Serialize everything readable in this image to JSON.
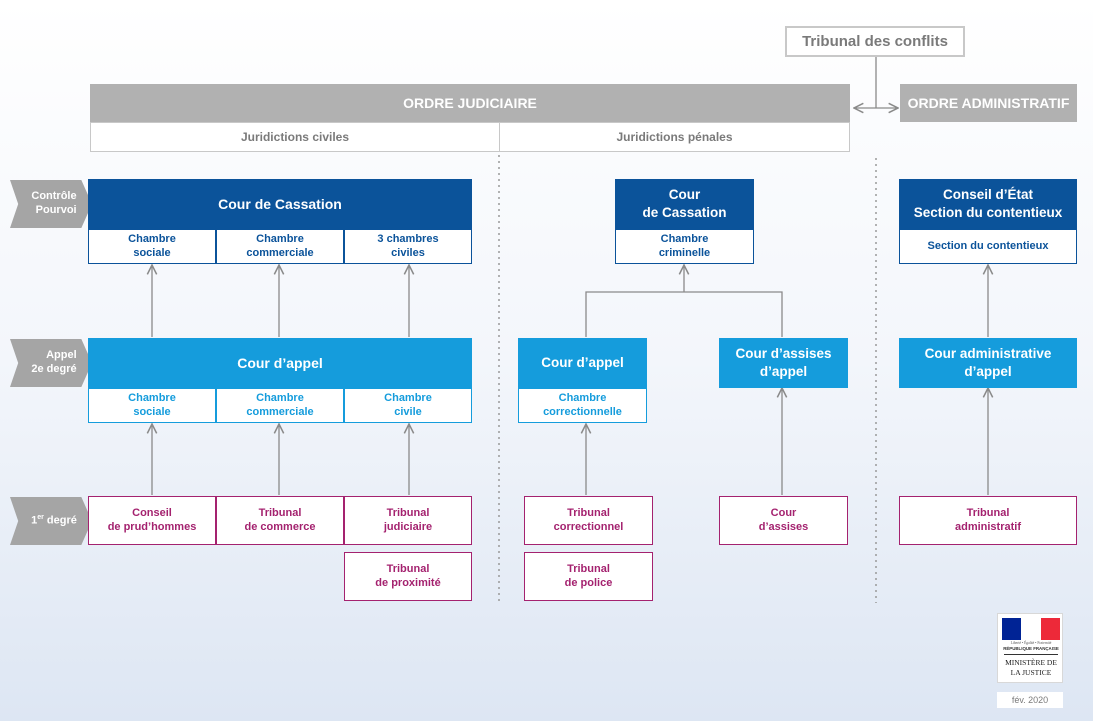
{
  "tribunal_conflits": "Tribunal des conflits",
  "ordre_judiciaire": {
    "title": "ORDRE JUDICIAIRE",
    "juridictions_civiles": "Juridictions civiles",
    "juridictions_penales": "Juridictions pénales"
  },
  "ordre_administratif": {
    "title": "ORDRE ADMINISTRATIF"
  },
  "levels": {
    "controle": "Contrôle\nPourvoi",
    "appel": "Appel\n2e degré",
    "premier_prefix": "1",
    "premier_sup": "er",
    "premier_suffix": " degré"
  },
  "civil": {
    "cassation": {
      "title": "Cour de Cassation",
      "chambers": [
        "Chambre\nsociale",
        "Chambre\ncommerciale",
        "3 chambres\nciviles"
      ]
    },
    "appel": {
      "title": "Cour d’appel",
      "chambers": [
        "Chambre\nsociale",
        "Chambre\ncommerciale",
        "Chambre\ncivile"
      ]
    },
    "first": [
      "Conseil\nde prud’hommes",
      "Tribunal\nde commerce",
      "Tribunal\njudiciaire",
      "Tribunal\nde proximité"
    ]
  },
  "penal": {
    "cassation": {
      "title": "Cour\nde Cassation",
      "chamber": "Chambre\ncriminelle"
    },
    "appel": {
      "title": "Cour d’appel",
      "chamber": "Chambre\ncorrectionnelle"
    },
    "assises_appel": "Cour d’assises\nd’appel",
    "first": [
      "Tribunal\ncorrectionnel",
      "Tribunal\nde police",
      "Cour\nd’assises"
    ]
  },
  "admin": {
    "conseil": {
      "title": "Conseil d’État\nSection du contentieux",
      "section": "Section du contentieux"
    },
    "appel": "Cour administrative\nd’appel",
    "first": "Tribunal\nadministratif"
  },
  "logo": {
    "motto": "Liberté • Égalité • Fraternité",
    "republique": "RÉPUBLIQUE FRANÇAISE",
    "ministere": "MINISTÈRE DE\nLA JUSTICE",
    "flag_colors": [
      "#002395",
      "#ffffff",
      "#ed2939"
    ]
  },
  "date": "fév. 2020",
  "colors": {
    "grey_header": "#b1b1b1",
    "dark_blue": "#0b539a",
    "light_blue": "#159cdc",
    "first_degree": "#a4226f",
    "connector": "#8a8a8a"
  }
}
